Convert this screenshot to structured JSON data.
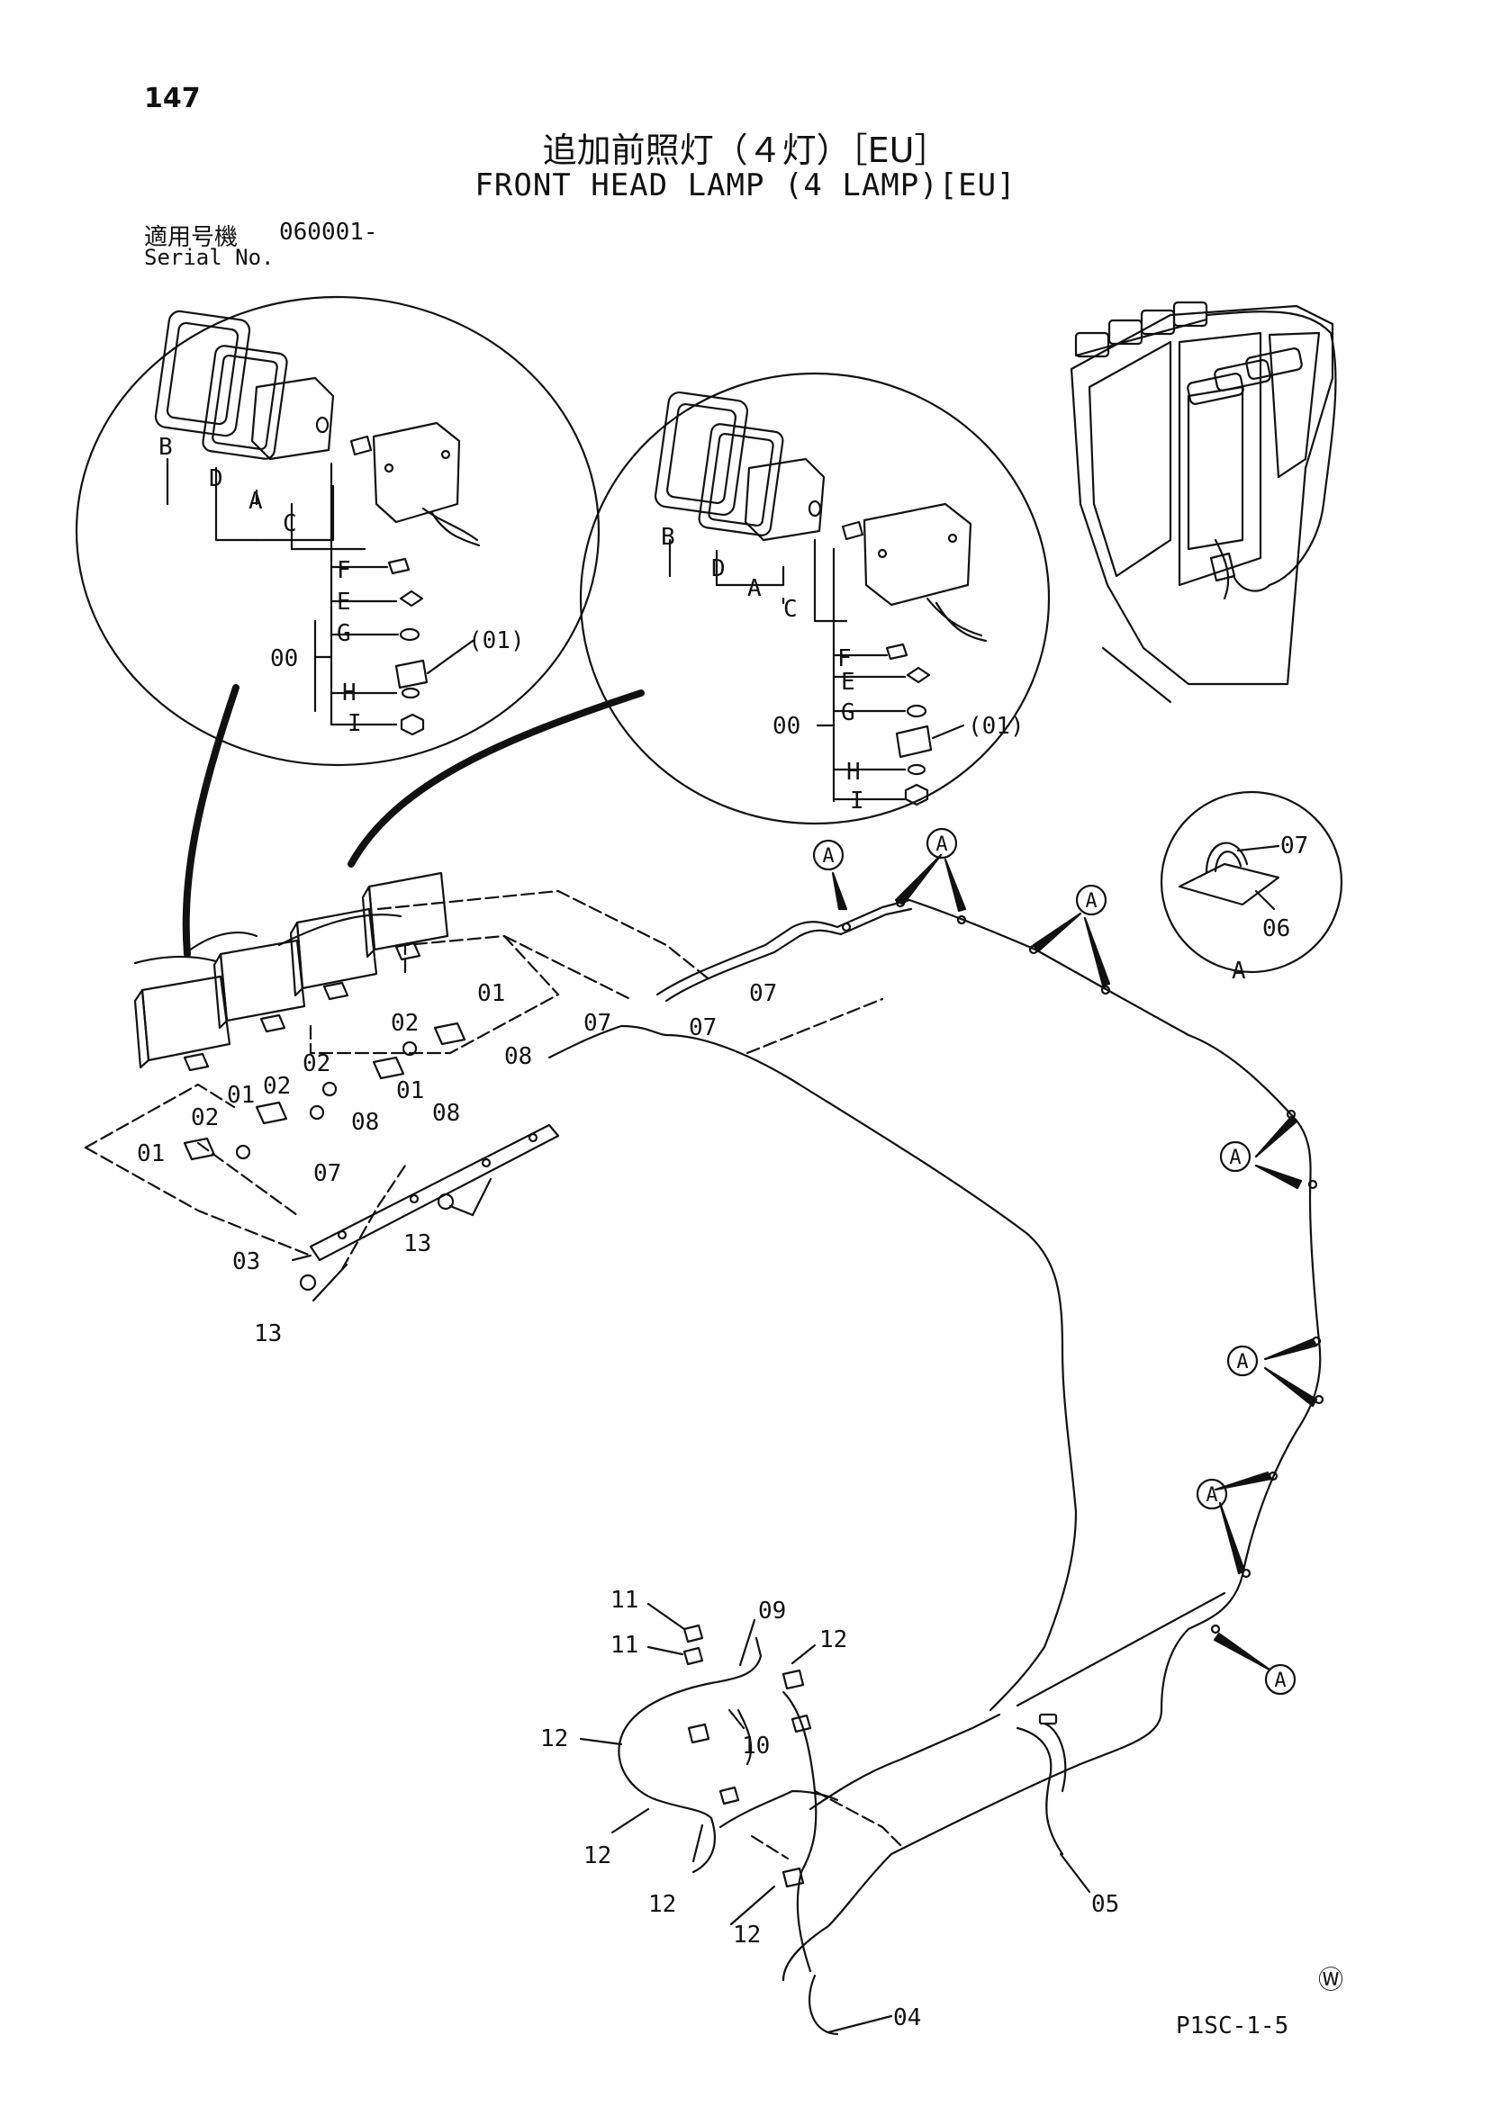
{
  "header": {
    "page_number": "147",
    "title_ja": "追加前照灯（４灯）［EU］",
    "title_en": "FRONT HEAD LAMP (4 LAMP)[EU]",
    "serial_label_ja": "適用号機",
    "serial_value": "060001-",
    "serial_label_en": "Serial No."
  },
  "detail_left": {
    "letters": [
      "B",
      "D",
      "A",
      "C",
      "F",
      "E",
      "G",
      "H",
      "I"
    ],
    "group_label": "00",
    "bracket_label": "(01)"
  },
  "detail_right": {
    "letters": [
      "B",
      "D",
      "A",
      "C",
      "F",
      "E",
      "G",
      "H",
      "I"
    ],
    "group_label": "00",
    "bracket_label": "(01)"
  },
  "detail_clip": {
    "parts": [
      "07",
      "06"
    ],
    "view_label": "A"
  },
  "callouts": {
    "circle_A": "A",
    "p01": "01",
    "p02": "02",
    "p03": "03",
    "p04": "04",
    "p05": "05",
    "p07": "07",
    "p08": "08",
    "p09": "09",
    "p10": "10",
    "p11": "11",
    "p12": "12",
    "p13": "13"
  },
  "footer": {
    "watermark": "Ⓦ",
    "drawing_code": "P1SC-1-5"
  }
}
